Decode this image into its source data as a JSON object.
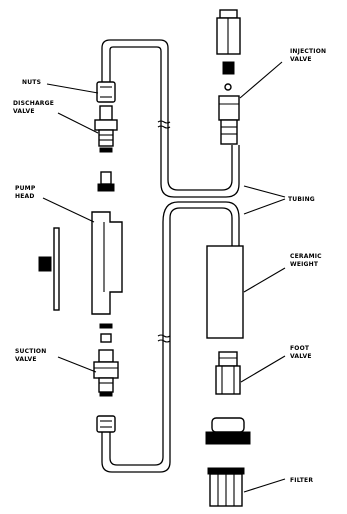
{
  "labels": {
    "nuts": "NUTS",
    "discharge_valve": [
      "DISCHARGE",
      "VALVE"
    ],
    "pump_head": [
      "PUMP",
      "HEAD"
    ],
    "suction_valve": [
      "SUCTION",
      "VALVE"
    ],
    "injection_valve": [
      "INJECTION",
      "VALVE"
    ],
    "tubing": "TUBING",
    "ceramic_weight": [
      "CERAMIC",
      "WEIGHT"
    ],
    "foot_valve": [
      "FOOT",
      "VALVE"
    ],
    "filter": "FILTER"
  },
  "colors": {
    "line": "#000000",
    "background": "#ffffff"
  }
}
